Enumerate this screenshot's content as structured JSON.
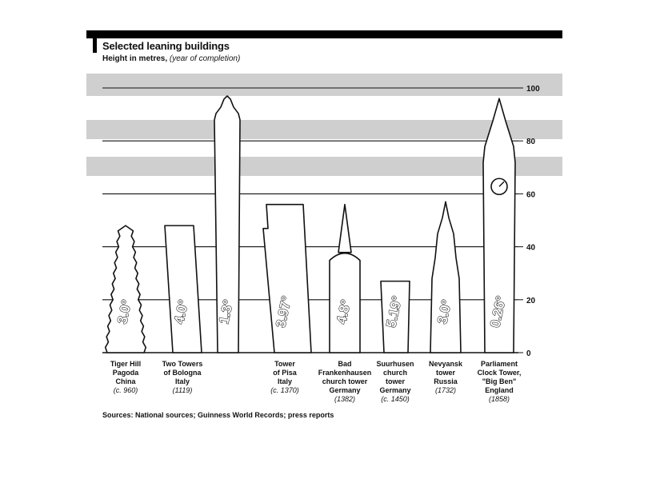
{
  "header": {
    "title": "Selected leaning buildings",
    "subtitle_main": "Height in metres, ",
    "subtitle_italic": "(year of completion)"
  },
  "footer": {
    "source": "Sources: National sources; Guinness World Records; press reports"
  },
  "chart_data": {
    "type": "bar",
    "title": "Selected leaning buildings",
    "subtitle": "Height in metres, (year of completion)",
    "ylabel": "",
    "ylim": [
      0,
      100
    ],
    "yticks": [
      0,
      20,
      40,
      60,
      80,
      100
    ],
    "grid": true,
    "y_axis_side": "right",
    "categories": [
      {
        "name": [
          "Tiger Hill",
          "Pagoda",
          "China"
        ],
        "year": "(c. 960)",
        "height": 48,
        "tilt": "3.0°"
      },
      {
        "name": [
          "Two Towers",
          "of Bologna",
          "Italy"
        ],
        "year": "(1119)",
        "height": 48,
        "tilt": "4.0°"
      },
      {
        "name": [
          "",
          "",
          ""
        ],
        "year": "",
        "height": 97,
        "tilt": "1.3°"
      },
      {
        "name": [
          "Tower",
          "of Pisa",
          "Italy"
        ],
        "year": "(c. 1370)",
        "height": 56,
        "tilt": "3.97°"
      },
      {
        "name": [
          "Bad",
          "Frankenhausen",
          "church tower",
          "Germany"
        ],
        "year": "(1382)",
        "height": 56,
        "tilt": "4.8°"
      },
      {
        "name": [
          "Suurhusen",
          "church",
          "tower",
          "Germany"
        ],
        "year": "(c. 1450)",
        "height": 27,
        "tilt": "5.19°"
      },
      {
        "name": [
          "Nevyansk",
          "tower",
          "Russia"
        ],
        "year": "(1732)",
        "height": 57,
        "tilt": "3.0°"
      },
      {
        "name": [
          "Parliament",
          "Clock Tower,",
          "\"Big Ben\"",
          "England"
        ],
        "year": "(1858)",
        "height": 96,
        "tilt": "0.26°"
      }
    ],
    "values": [
      48,
      48,
      97,
      56,
      56,
      27,
      57,
      96
    ]
  },
  "colors": {
    "ink": "#111111",
    "band": "#cfcfcf",
    "paper": "#ffffff"
  }
}
